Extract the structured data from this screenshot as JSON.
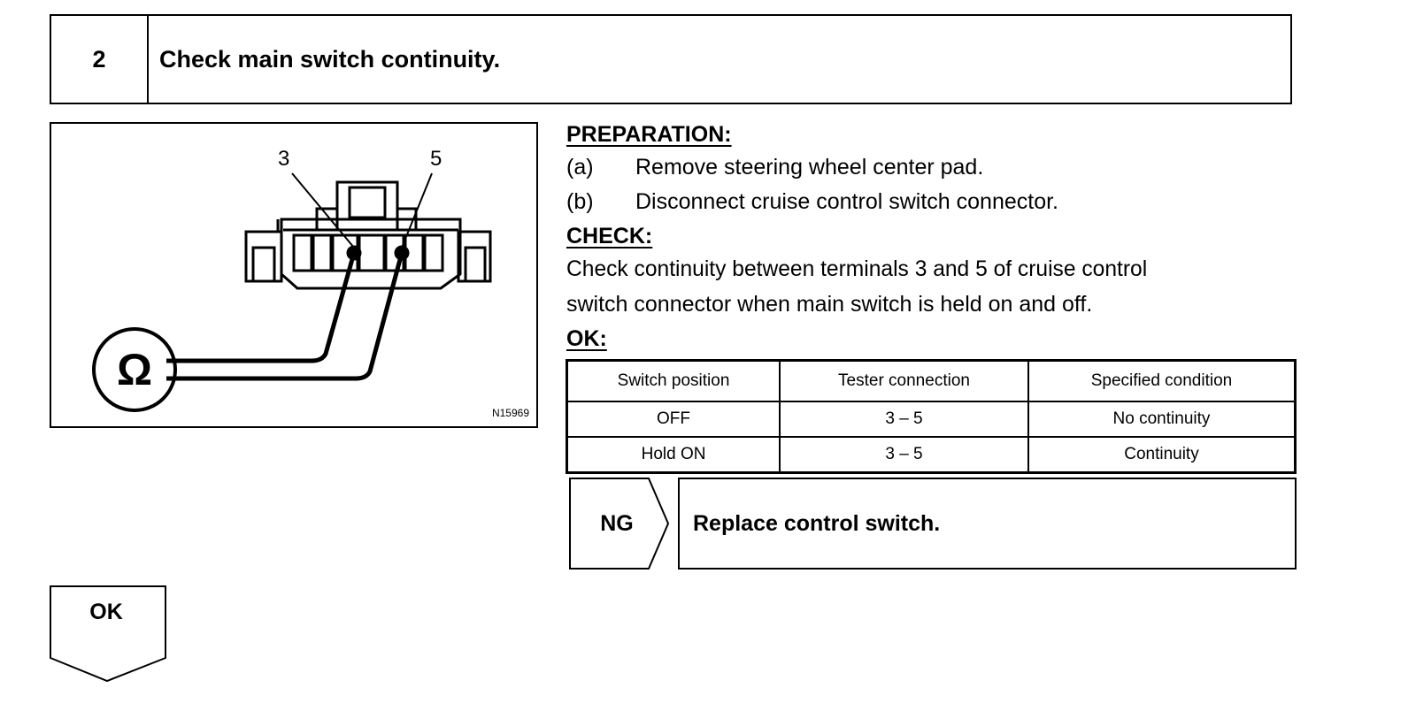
{
  "step": {
    "number": "2",
    "title": "Check main switch continuity."
  },
  "figure": {
    "terminal_left": "3",
    "terminal_right": "5",
    "ohm_symbol": "Ω",
    "figure_id": "N15969",
    "icon": "ohmmeter-connector-illustration"
  },
  "preparation": {
    "heading": "PREPARATION:",
    "steps": [
      {
        "letter": "(a)",
        "text": "Remove steering wheel center pad."
      },
      {
        "letter": "(b)",
        "text": "Disconnect cruise control switch connector."
      }
    ]
  },
  "check": {
    "heading": "CHECK:",
    "line1": "Check continuity between terminals 3 and 5 of cruise control",
    "line2": "switch connector when main switch is held on and off."
  },
  "ok_section": {
    "heading": "OK:"
  },
  "table": {
    "headers": [
      "Switch position",
      "Tester connection",
      "Specified condition"
    ],
    "rows": [
      [
        "OFF",
        "3 – 5",
        "No continuity"
      ],
      [
        "Hold ON",
        "3 – 5",
        "Continuity"
      ]
    ]
  },
  "ng": {
    "label": "NG",
    "action": "Replace control switch."
  },
  "ok_next": {
    "label": "OK"
  }
}
